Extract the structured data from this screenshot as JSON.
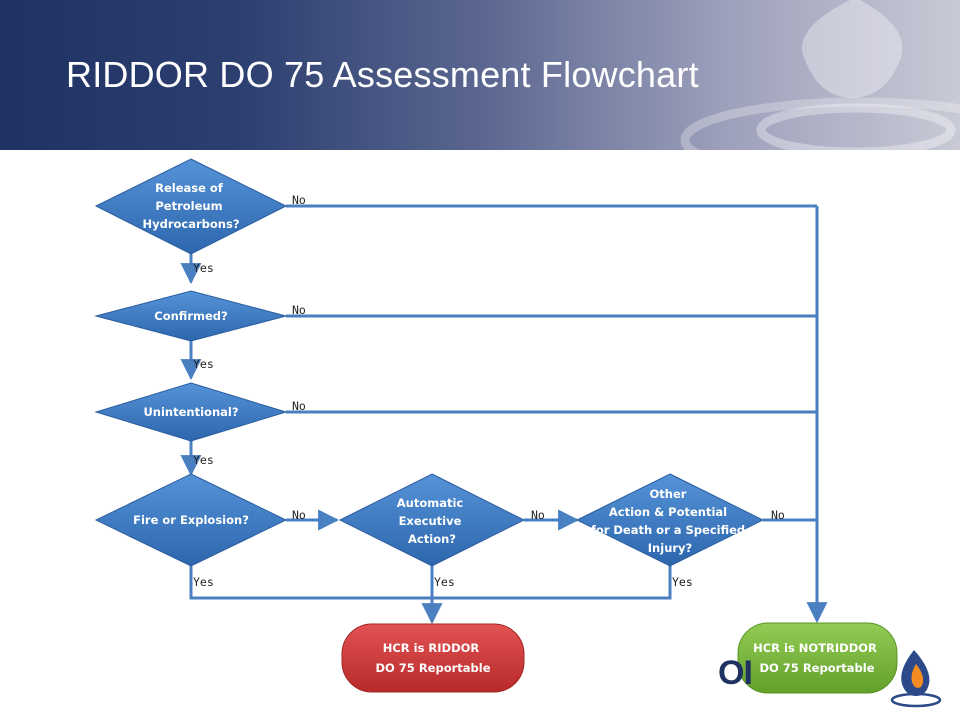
{
  "header": {
    "title": "RIDDOR DO 75 Assessment Flowchart"
  },
  "colors": {
    "header_dark": "#1f3263",
    "diamond_fill": "#3b78c2",
    "connector": "#4a7fc1",
    "red_terminal": "#cf3636",
    "green_terminal": "#7ab83a"
  },
  "nodes": {
    "release": {
      "lines": [
        "Release of",
        "Petroleum",
        "Hydrocarbons?"
      ]
    },
    "confirmed": {
      "lines": [
        "Confirmed?"
      ]
    },
    "unintentional": {
      "lines": [
        "Unintentional?"
      ]
    },
    "fire": {
      "lines": [
        "Fire or Explosion?"
      ]
    },
    "automatic": {
      "lines": [
        "Automatic",
        "Executive",
        "Action?"
      ]
    },
    "other": {
      "lines": [
        "Other",
        "Action & Potential",
        "for Death or a Specified",
        "Injury?"
      ]
    },
    "riddor": {
      "lines": [
        "HCR is RIDDOR",
        "DO 75 Reportable"
      ]
    },
    "not_riddor": {
      "lines": [
        "HCR is NOTRIDDOR",
        "DO 75 Reportable"
      ]
    }
  },
  "edge_labels": {
    "release_no": "No",
    "release_yes": "Yes",
    "confirmed_no": "No",
    "confirmed_yes": "Yes",
    "unintentional_no": "No",
    "unintentional_yes": "Yes",
    "fire_no": "No",
    "fire_yes": "Yes",
    "automatic_no": "No",
    "automatic_yes": "Yes",
    "other_no": "No",
    "other_yes": "Yes"
  },
  "logo": {
    "text": "OI"
  }
}
